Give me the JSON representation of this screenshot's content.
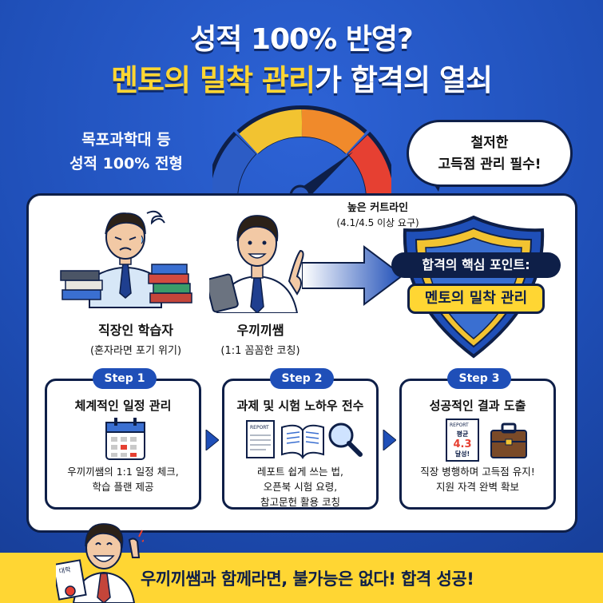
{
  "header": {
    "title_line1": "성적 100% 반영?",
    "title_line2_highlight": "멘토의 밀착 관리",
    "title_line2_rest": "가 합격의 열쇠"
  },
  "left_note": {
    "line1": "목포과학대 등",
    "line2": "성적 100% 전형"
  },
  "bubble": {
    "line1": "철저한",
    "line2": "고득점 관리 필수!"
  },
  "gauge": {
    "label_title": "높은 커트라인",
    "label_sub": "(4.1/4.5 이상 요구)",
    "colors": [
      "#2c5cc5",
      "#f2c331",
      "#f08a2b",
      "#e64032"
    ]
  },
  "people": [
    {
      "name": "직장인 학습자",
      "sub": "(혼자라면 포기 위기)"
    },
    {
      "name": "우끼끼쌤",
      "sub": "(1:1 꼼꼼한 코칭)"
    }
  ],
  "shield": {
    "label1": "합격의 핵심 포인트:",
    "label2": "멘토의 밀착 관리"
  },
  "steps": [
    {
      "pill": "Step 1",
      "title": "체계적인 일정 관리",
      "desc1": "우끼끼쌤의 1:1 일정 체크,",
      "desc2": "학습 플랜 제공",
      "desc3": "",
      "icon": "calendar-icon"
    },
    {
      "pill": "Step 2",
      "title": "과제 및 시험 노하우 전수",
      "desc1": "레포트 쉽게 쓰는 법,",
      "desc2": "오픈북 시험 요령,",
      "desc3": "참고문헌 활용 코칭",
      "icon": "report-book-magnifier-icon"
    },
    {
      "pill": "Step 3",
      "title": "성공적인 결과 도출",
      "desc1": "직장 병행하며 고득점 유지!",
      "desc2": "지원 자격 완벽 확보",
      "desc3": "",
      "icon": "report-briefcase-icon"
    }
  ],
  "step2_icon_text": {
    "report": "REPORT"
  },
  "step3_icon_text": {
    "report": "REPORT",
    "avg": "평균",
    "score": "4.3",
    "done": "달성!"
  },
  "footer": {
    "text": "우끼끼쌤과 함께라면, 불가능은 없다! 합격 성공!",
    "doc_label": "대학"
  },
  "colors": {
    "background": "#1f4fb8",
    "accent_yellow": "#ffd633",
    "navy": "#0e1f48"
  }
}
